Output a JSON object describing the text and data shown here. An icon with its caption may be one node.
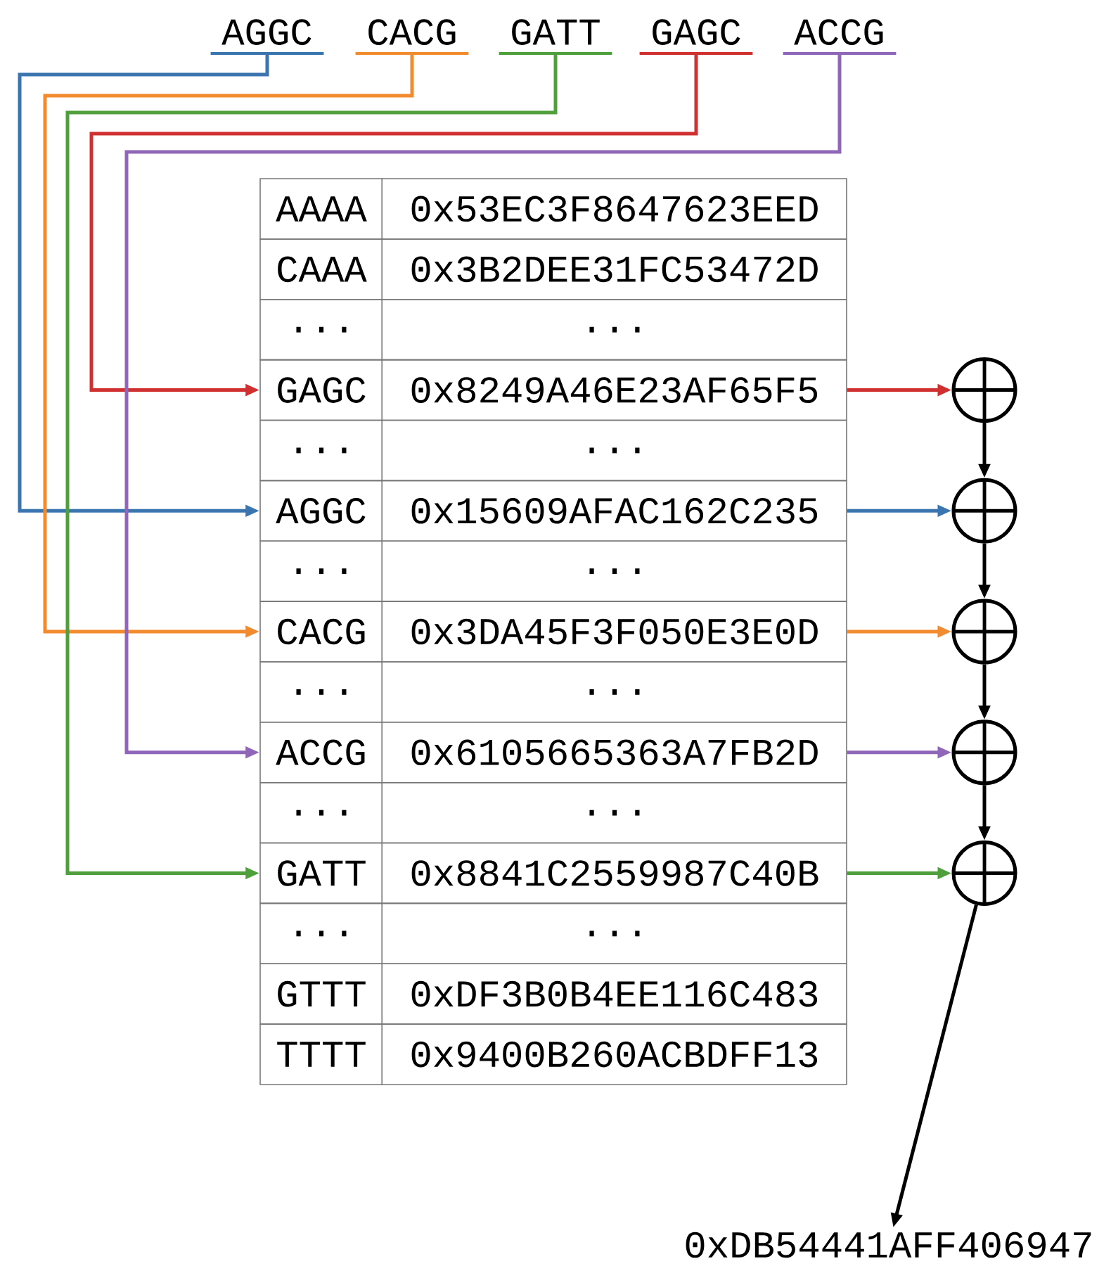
{
  "diagram": {
    "nodes": [
      {
        "text": [
          "AGGC"
        ]
      },
      {
        "text": [
          "CACG"
        ]
      },
      {
        "text": [
          "GATT"
        ]
      },
      {
        "text": [
          "GAGC"
        ]
      },
      {
        "text": [
          "ACCG"
        ]
      },
      {
        "text": [
          "AAAA",
          "0x53EC3F8647623EED"
        ]
      },
      {
        "text": [
          "CAAA",
          "0x3B2DEE31FC53472D"
        ]
      },
      {
        "text": [
          "...",
          "..."
        ]
      },
      {
        "text": [
          "GAGC",
          "0x8249A46E23AF65F5"
        ]
      },
      {
        "text": [
          "...",
          "..."
        ]
      },
      {
        "text": [
          "AGGC",
          "0x15609AFAC162C235"
        ]
      },
      {
        "text": [
          "...",
          "..."
        ]
      },
      {
        "text": [
          "CACG",
          "0x3DA45F3F050E3E0D"
        ]
      },
      {
        "text": [
          "...",
          "..."
        ]
      },
      {
        "text": [
          "ACCG",
          "0x6105665363A7FB2D"
        ]
      },
      {
        "text": [
          "...",
          "..."
        ]
      },
      {
        "text": [
          "GATT",
          "0x8841C2559987C40B"
        ]
      },
      {
        "text": [
          "...",
          "..."
        ]
      },
      {
        "text": [
          "GTTT",
          "0xDF3B0B4EE116C483"
        ]
      },
      {
        "text": [
          "TTTT",
          "0x9400B260ACBDFF13"
        ]
      },
      {
        "text": [],
        "shape": "circle"
      },
      {
        "text": [],
        "shape": "circle"
      },
      {
        "text": [],
        "shape": "circle"
      },
      {
        "text": [],
        "shape": "circle"
      },
      {
        "text": [],
        "shape": "circle"
      },
      {
        "text": [
          "0xDB54441AFF406947"
        ]
      }
    ],
    "edges": [
      {
        "from": 0,
        "to": 10,
        "arrow": "to",
        "color": "#3a75b0"
      },
      {
        "from": 1,
        "to": 12,
        "arrow": "to",
        "color": "#f28a30"
      },
      {
        "from": 2,
        "to": 16,
        "arrow": "to",
        "color": "#4fa03c"
      },
      {
        "from": 3,
        "to": 8,
        "arrow": "to",
        "color": "#d03030"
      },
      {
        "from": 4,
        "to": 14,
        "arrow": "to",
        "color": "#9066b8"
      },
      {
        "from": 8,
        "to": 20,
        "arrow": "to",
        "color": "#d03030"
      },
      {
        "from": 10,
        "to": 21,
        "arrow": "to",
        "color": "#3a75b0"
      },
      {
        "from": 12,
        "to": 22,
        "arrow": "to",
        "color": "#f28a30"
      },
      {
        "from": 14,
        "to": 23,
        "arrow": "to",
        "color": "#9066b8"
      },
      {
        "from": 16,
        "to": 24,
        "arrow": "to",
        "color": "#4fa03c"
      },
      {
        "from": 20,
        "to": 21,
        "arrow": "to",
        "color": "#000000"
      },
      {
        "from": 21,
        "to": 22,
        "arrow": "to",
        "color": "#000000"
      },
      {
        "from": 22,
        "to": 23,
        "arrow": "to",
        "color": "#000000"
      },
      {
        "from": 23,
        "to": 24,
        "arrow": "to",
        "color": "#000000"
      },
      {
        "from": 24,
        "to": 25,
        "arrow": "to",
        "color": "#000000"
      }
    ]
  }
}
